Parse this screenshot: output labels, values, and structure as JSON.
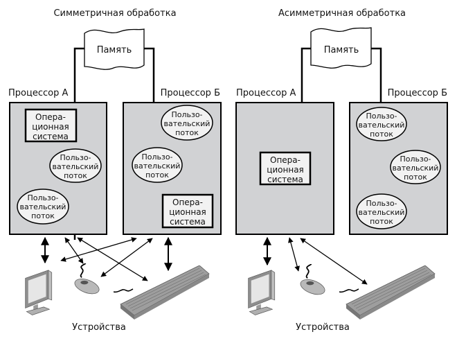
{
  "diagrams": [
    {
      "title": "Симметричная обработка",
      "memory_label": "Память",
      "processors": [
        {
          "label": "Процессор А",
          "os": "Опера-\nционная\nсистема",
          "threads": [
            "Пользо-\nвательский\nпоток",
            "Пользо-\nвательский\nпоток"
          ]
        },
        {
          "label": "Процессор Б",
          "os": "Опера-\nционная\nсистема",
          "threads": [
            "Пользо-\nвательский\nпоток",
            "Пользо-\nвательский\nпоток"
          ]
        }
      ],
      "devices_label": "Устройства",
      "devices": [
        "monitor",
        "mouse",
        "keyboard"
      ]
    },
    {
      "title": "Асимметричная обработка",
      "memory_label": "Память",
      "processors": [
        {
          "label": "Процессор А",
          "os": "Опера-\nционная\nсистема",
          "threads": []
        },
        {
          "label": "Процессор Б",
          "os": null,
          "threads": [
            "Пользо-\nвательский\nпоток",
            "Пользо-\nвательский\nпоток",
            "Пользо-\nвательский\nпоток"
          ]
        }
      ],
      "devices_label": "Устройства",
      "devices": [
        "monitor",
        "mouse",
        "keyboard"
      ]
    }
  ],
  "text": {
    "sym_title": "Симметричная обработка",
    "asym_title": "Асимметричная обработка",
    "memory": "Память",
    "proc_a": "Процессор А",
    "proc_b": "Процессор Б",
    "os_l1": "Опера-",
    "os_l2": "ционная",
    "os_l3": "система",
    "th_l1": "Пользо-",
    "th_l2": "вательский",
    "th_l3": "поток",
    "devices": "Устройства"
  }
}
